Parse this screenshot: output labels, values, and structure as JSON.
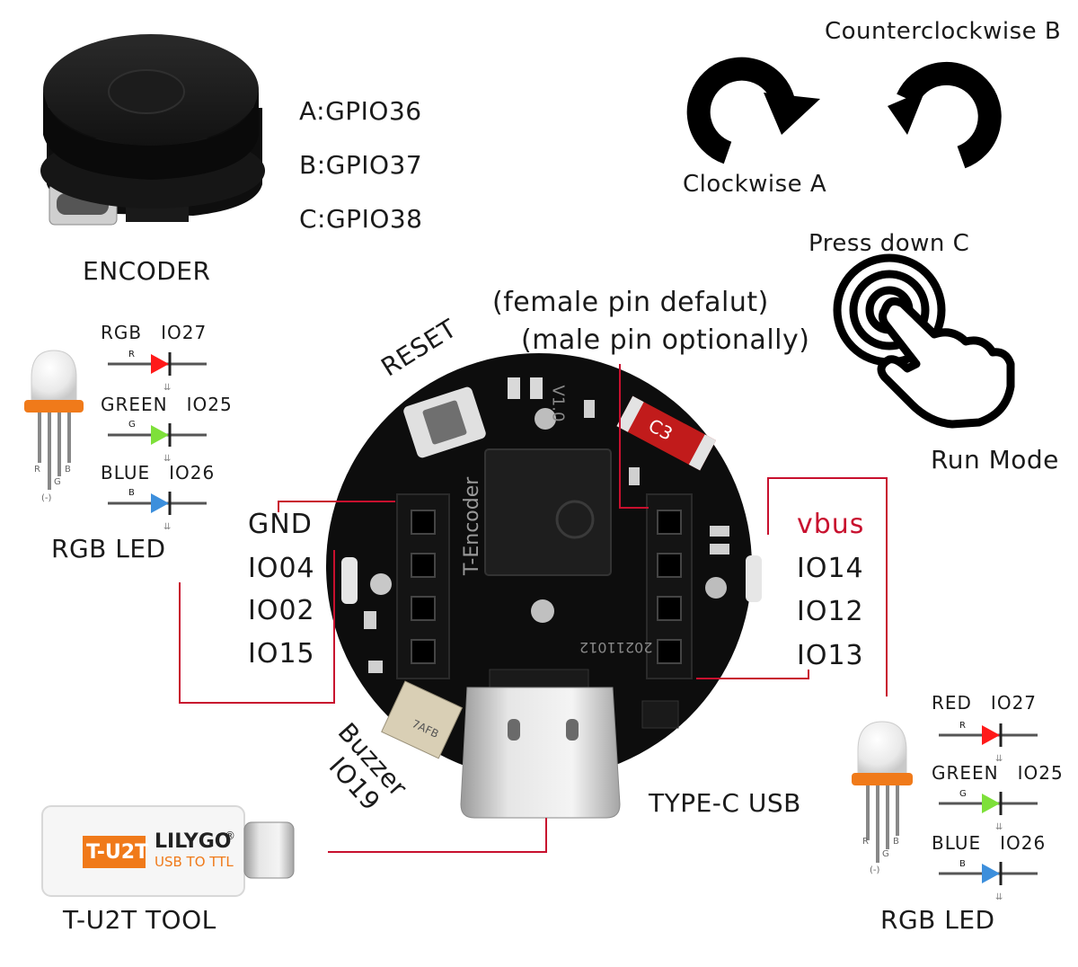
{
  "encoder": {
    "label": "ENCODER",
    "pins": [
      "A:GPIO36",
      "B:GPIO37",
      "C:GPIO38"
    ]
  },
  "rotation": {
    "clockwise": "Clockwise A",
    "counterclockwise": "Counterclockwise B",
    "press": "Press down C",
    "run_mode": "Run Mode"
  },
  "header_note": {
    "line1": "(female pin defalut)",
    "line2": "(male pin optionally)"
  },
  "board": {
    "reset": "RESET",
    "buzzer": "Buzzer",
    "buzzer_io": "IO19",
    "type_c": "TYPE-C USB",
    "silk_name": "T-Encoder",
    "silk_date": "20211012",
    "silk_ver": "V1.0",
    "c3": "C3",
    "buzzer_mark": "7AFB"
  },
  "left_header": [
    "GND",
    "IO04",
    "IO02",
    "IO15"
  ],
  "right_header": [
    "vbus",
    "IO14",
    "IO12",
    "IO13"
  ],
  "rgb_left": {
    "title": "RGB LED",
    "rows": [
      {
        "label": "RGB　IO27",
        "letter": "R",
        "color": "#ff1a1a"
      },
      {
        "label": "GREEN　IO25",
        "letter": "G",
        "color": "#7ee03a"
      },
      {
        "label": "BLUE　IO26",
        "letter": "B",
        "color": "#3d8fdc"
      }
    ],
    "leg_labels": [
      "R",
      "G",
      "B",
      "(-)"
    ]
  },
  "rgb_right": {
    "title": "RGB LED",
    "rows": [
      {
        "label": "RED　IO27",
        "letter": "R",
        "color": "#ff1a1a"
      },
      {
        "label": "GREEN　IO25",
        "letter": "G",
        "color": "#7ee03a"
      },
      {
        "label": "BLUE　IO26",
        "letter": "B",
        "color": "#3d8fdc"
      }
    ],
    "leg_labels": [
      "R",
      "G",
      "B",
      "(-)"
    ]
  },
  "tool": {
    "label": "T-U2T TOOL",
    "brand_tag": "T-U2T",
    "brand": "LILYGO",
    "brand_mark": "®",
    "sub": "USB TO TTL"
  },
  "colors": {
    "line": "#c8102e",
    "board": "#0d0d0d",
    "led_band": "#f07a1a"
  }
}
